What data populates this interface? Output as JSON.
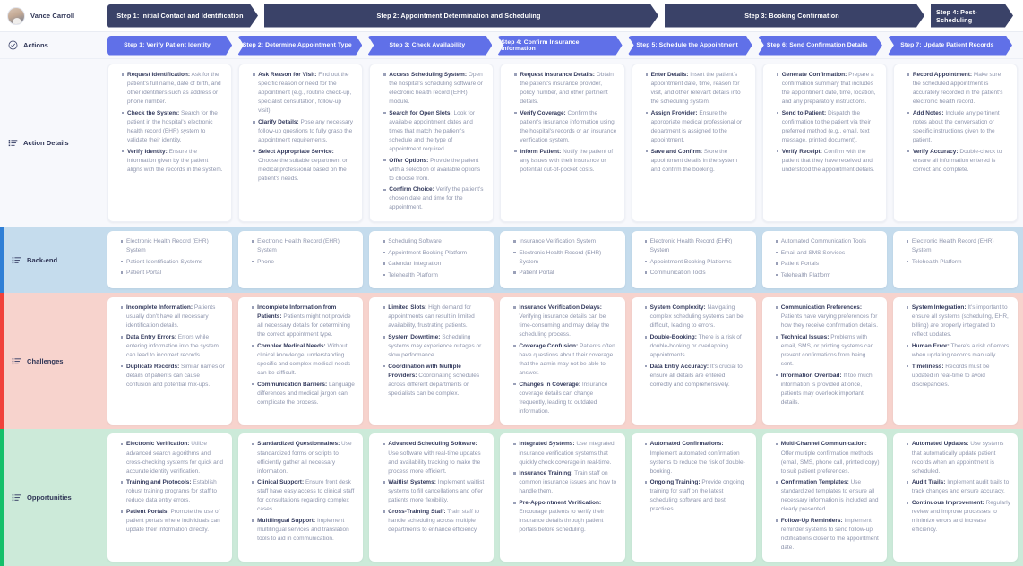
{
  "user": {
    "name": "Vance Carroll",
    "avatar_icon": "user-avatar"
  },
  "phases": [
    "Step 1: Initial Contact and Identification",
    "Step 2: Appointment Determination and Scheduling",
    "Step 3: Booking Confirmation",
    "Step 4: Post-Scheduling"
  ],
  "rows": {
    "actions": {
      "label": "Actions",
      "icon": "check-circle-icon",
      "steps": [
        "Step 1: Verify Patient Identity",
        "Step 2: Determine Appointment Type",
        "Step 3: Check Availability",
        "Step 4: Confirm Insurance Information",
        "Step 5: Schedule the Appointment",
        "Step 6: Send Confirmation Details",
        "Step 7: Update Patient Records"
      ]
    },
    "action_details": {
      "label": "Action Details",
      "icon": "list-icon",
      "cards": [
        [
          {
            "term": "Request Identification:",
            "text": " Ask for the patient's full name, date of birth, and other identifiers such as address or phone number."
          },
          {
            "term": "Check the System:",
            "text": " Search for the patient in the hospital's electronic health record (EHR) system to validate their identity."
          },
          {
            "term": "Verify Identity:",
            "text": " Ensure the information given by the patient aligns with the records in the system."
          }
        ],
        [
          {
            "term": "Ask Reason for Visit:",
            "text": " Find out the specific reason or need for the appointment (e.g., routine check-up, specialist consultation, follow-up visit)."
          },
          {
            "term": "Clarify Details:",
            "text": " Pose any necessary follow-up questions to fully grasp the appointment requirements."
          },
          {
            "term": "Select Appropriate Service:",
            "text": " Choose the suitable department or medical professional based on the patient's needs."
          }
        ],
        [
          {
            "term": "Access Scheduling System:",
            "text": " Open the hospital's scheduling software or electronic health record (EHR) module."
          },
          {
            "term": "Search for Open Slots:",
            "text": " Look for available appointment dates and times that match the patient's schedule and the type of appointment required."
          },
          {
            "term": "Offer Options:",
            "text": " Provide the patient with a selection of available options to choose from."
          },
          {
            "term": "Confirm Choice:",
            "text": " Verify the patient's chosen date and time for the appointment."
          }
        ],
        [
          {
            "term": "Request Insurance Details:",
            "text": " Obtain the patient's insurance provider, policy number, and other pertinent details."
          },
          {
            "term": "Verify Coverage:",
            "text": " Confirm the patient's insurance information using the hospital's records or an insurance verification system."
          },
          {
            "term": "Inform Patient:",
            "text": " Notify the patient of any issues with their insurance or potential out-of-pocket costs."
          }
        ],
        [
          {
            "term": "Enter Details:",
            "text": " Insert the patient's appointment date, time, reason for visit, and other relevant details into the scheduling system."
          },
          {
            "term": "Assign Provider:",
            "text": " Ensure the appropriate medical professional or department is assigned to the appointment."
          },
          {
            "term": "Save and Confirm:",
            "text": " Store the appointment details in the system and confirm the booking."
          }
        ],
        [
          {
            "term": "Generate Confirmation:",
            "text": " Prepare a confirmation summary that includes the appointment date, time, location, and any preparatory instructions."
          },
          {
            "term": "Send to Patient:",
            "text": " Dispatch the confirmation to the patient via their preferred method (e.g., email, text message, printed document)."
          },
          {
            "term": "Verify Receipt:",
            "text": " Confirm with the patient that they have received and understood the appointment details."
          }
        ],
        [
          {
            "term": "Record Appointment:",
            "text": " Make sure the scheduled appointment is accurately recorded in the patient's electronic health record."
          },
          {
            "term": "Add Notes:",
            "text": " Include any pertinent notes about the conversation or specific instructions given to the patient."
          },
          {
            "term": "Verify Accuracy:",
            "text": " Double-check to ensure all information entered is correct and complete."
          }
        ]
      ]
    },
    "backend": {
      "label": "Back-end",
      "icon": "list-icon",
      "cards": [
        [
          {
            "term": "",
            "text": "Electronic Health Record (EHR) System"
          },
          {
            "term": "",
            "text": "Patient Identification Systems"
          },
          {
            "term": "",
            "text": "Patient Portal"
          }
        ],
        [
          {
            "term": "",
            "text": "Electronic Health Record (EHR) System"
          },
          {
            "term": "",
            "text": "Phone"
          }
        ],
        [
          {
            "term": "",
            "text": "Scheduling Software"
          },
          {
            "term": "",
            "text": "Appointment Booking Platform"
          },
          {
            "term": "",
            "text": "Calendar Integration"
          },
          {
            "term": "",
            "text": "Telehealth Platform"
          }
        ],
        [
          {
            "term": "",
            "text": "Insurance Verification System"
          },
          {
            "term": "",
            "text": "Electronic Health Record (EHR) System"
          },
          {
            "term": "",
            "text": "Patient Portal"
          }
        ],
        [
          {
            "term": "",
            "text": "Electronic Health Record (EHR) System"
          },
          {
            "term": "",
            "text": "Appointment Booking Platforms"
          },
          {
            "term": "",
            "text": "Communication Tools"
          }
        ],
        [
          {
            "term": "",
            "text": "Automated Communication Tools"
          },
          {
            "term": "",
            "text": "Email and SMS Services"
          },
          {
            "term": "",
            "text": "Patient Portals"
          },
          {
            "term": "",
            "text": "Telehealth Platform"
          }
        ],
        [
          {
            "term": "",
            "text": "Electronic Health Record (EHR) System"
          },
          {
            "term": "",
            "text": "Telehealth Platform"
          }
        ]
      ]
    },
    "challenges": {
      "label": "Challenges",
      "icon": "list-icon",
      "cards": [
        [
          {
            "term": "Incomplete Information:",
            "text": " Patients usually don't have all necessary identification details."
          },
          {
            "term": "Data Entry Errors:",
            "text": " Errors while entering information into the system can lead to incorrect records."
          },
          {
            "term": "Duplicate Records:",
            "text": " Similar names or details of patients can cause confusion and potential mix-ups."
          }
        ],
        [
          {
            "term": "Incomplete Information from Patients:",
            "text": " Patients might not provide all necessary details for determining the correct appointment type."
          },
          {
            "term": "Complex Medical Needs:",
            "text": " Without clinical knowledge, understanding specific and complex medical needs can be difficult."
          },
          {
            "term": "Communication Barriers:",
            "text": " Language differences and medical jargon can complicate the process."
          }
        ],
        [
          {
            "term": "Limited Slots:",
            "text": " High demand for appointments can result in limited availability, frustrating patients."
          },
          {
            "term": "System Downtime:",
            "text": " Scheduling systems may experience outages or slow performance."
          },
          {
            "term": "Coordination with Multiple Providers:",
            "text": " Coordinating schedules across different departments or specialists can be complex."
          }
        ],
        [
          {
            "term": "Insurance Verification Delays:",
            "text": " Verifying insurance details can be time-consuming and may delay the scheduling process."
          },
          {
            "term": "Coverage Confusion:",
            "text": " Patients often have questions about their coverage that the admin may not be able to answer."
          },
          {
            "term": "Changes in Coverage:",
            "text": " Insurance coverage details can change frequently, leading to outdated information."
          }
        ],
        [
          {
            "term": "System Complexity:",
            "text": " Navigating complex scheduling systems can be difficult, leading to errors."
          },
          {
            "term": "Double-Booking:",
            "text": " There is a risk of double-booking or overlapping appointments."
          },
          {
            "term": "Data Entry Accuracy:",
            "text": " It's crucial to ensure all details are entered correctly and comprehensively."
          }
        ],
        [
          {
            "term": "Communication Preferences:",
            "text": " Patients have varying preferences for how they receive confirmation details."
          },
          {
            "term": "Technical Issues:",
            "text": " Problems with email, SMS, or printing systems can prevent confirmations from being sent."
          },
          {
            "term": "Information Overload:",
            "text": " If too much information is provided at once, patients may overlook important details."
          }
        ],
        [
          {
            "term": "System Integration:",
            "text": " It's important to ensure all systems (scheduling, EHR, billing) are properly integrated to reflect updates."
          },
          {
            "term": "Human Error:",
            "text": " There's a risk of errors when updating records manually."
          },
          {
            "term": "Timeliness:",
            "text": " Records must be updated in real-time to avoid discrepancies."
          }
        ]
      ]
    },
    "opportunities": {
      "label": "Opportunities",
      "icon": "list-icon",
      "cards": [
        [
          {
            "term": "Electronic Verification:",
            "text": " Utilize advanced search algorithms and cross-checking systems for quick and accurate identity verification."
          },
          {
            "term": "Training and Protocols:",
            "text": " Establish robust training programs for staff to reduce data entry errors."
          },
          {
            "term": "Patient Portals:",
            "text": " Promote the use of patient portals where individuals can update their information directly."
          }
        ],
        [
          {
            "term": "Standardized Questionnaires:",
            "text": " Use standardized forms or scripts to efficiently gather all necessary information."
          },
          {
            "term": "Clinical Support:",
            "text": " Ensure front desk staff have easy access to clinical staff for consultations regarding complex cases."
          },
          {
            "term": "Multilingual Support:",
            "text": " Implement multilingual services and translation tools to aid in communication."
          }
        ],
        [
          {
            "term": "Advanced Scheduling Software:",
            "text": " Use software with real-time updates and availability tracking to make the process more efficient."
          },
          {
            "term": "Waitlist Systems:",
            "text": " Implement waitlist systems to fill cancellations and offer patients more flexibility."
          },
          {
            "term": "Cross-Training Staff:",
            "text": " Train staff to handle scheduling across multiple departments to enhance efficiency."
          }
        ],
        [
          {
            "term": "Integrated Systems:",
            "text": " Use integrated insurance verification systems that quickly check coverage in real-time."
          },
          {
            "term": "Insurance Training:",
            "text": " Train staff on common insurance issues and how to handle them."
          },
          {
            "term": "Pre-Appointment Verification:",
            "text": " Encourage patients to verify their insurance details through patient portals before scheduling."
          }
        ],
        [
          {
            "term": "Automated Confirmations:",
            "text": " Implement automated confirmation systems to reduce the risk of double-booking."
          },
          {
            "term": "Ongoing Training:",
            "text": " Provide ongoing training for staff on the latest scheduling software and best practices."
          }
        ],
        [
          {
            "term": "Multi-Channel Communication:",
            "text": " Offer multiple confirmation methods (email, SMS, phone call, printed copy) to suit patient preferences."
          },
          {
            "term": "Confirmation Templates:",
            "text": " Use standardized templates to ensure all necessary information is included and clearly presented."
          },
          {
            "term": "Follow-Up Reminders:",
            "text": " Implement reminder systems to send follow-up notifications closer to the appointment date."
          }
        ],
        [
          {
            "term": "Automated Updates:",
            "text": " Use systems that automatically update patient records when an appointment is scheduled."
          },
          {
            "term": "Audit Trails:",
            "text": " Implement audit trails to track changes and ensure accuracy."
          },
          {
            "term": "Continuous Improvement:",
            "text": " Regularly review and improve processes to minimize errors and increase efficiency."
          }
        ]
      ]
    }
  },
  "colors": {
    "phase_bg": "#3a4268",
    "step_bg": "#6070e8",
    "backend_bg": "#c5dced",
    "backend_accent": "#2f7fd6",
    "challenges_bg": "#f7d3cd",
    "challenges_accent": "#f0413a",
    "opportunities_bg": "#ccead9",
    "opportunities_accent": "#14c06a"
  }
}
